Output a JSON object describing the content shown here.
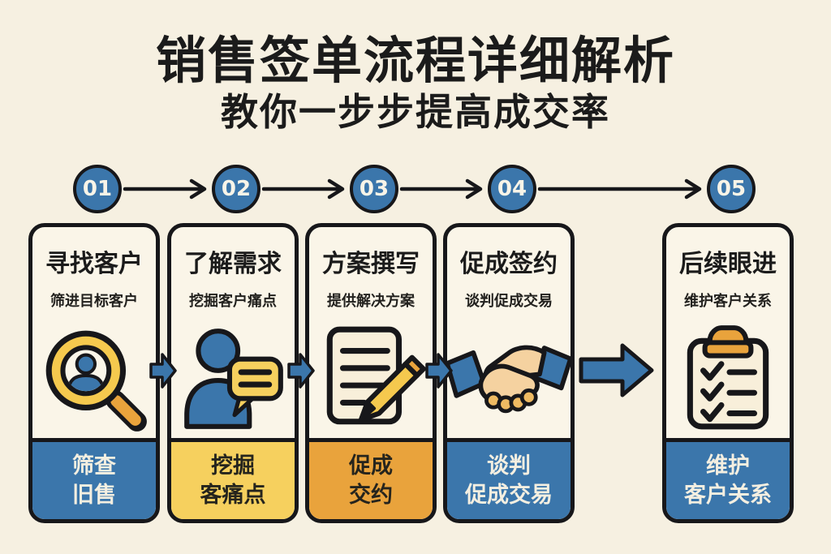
{
  "header": {
    "title": "销售签单流程详细解析",
    "subtitle": "教你一步步提高成交率"
  },
  "steps": [
    {
      "number": "01"
    },
    {
      "number": "02"
    },
    {
      "number": "03"
    },
    {
      "number": "04"
    },
    {
      "number": "05"
    }
  ],
  "cards": [
    {
      "title": "寻找客户",
      "subtitle": "筛进目标客户",
      "icon": "magnifier-person-icon",
      "footer_line1": "筛查",
      "footer_line2": "旧售"
    },
    {
      "title": "了解需求",
      "subtitle": "挖掘客户痛点",
      "icon": "person-chat-icon",
      "footer_line1": "挖掘",
      "footer_line2": "客痛点"
    },
    {
      "title": "方案撰写",
      "subtitle": "提供解决方案",
      "icon": "document-pencil-icon",
      "footer_line1": "促成",
      "footer_line2": "交约"
    },
    {
      "title": "促成签约",
      "subtitle": "谈判促成交易",
      "icon": "handshake-icon",
      "footer_line1": "谈判",
      "footer_line2": "促成交易"
    },
    {
      "title": "后续眼进",
      "subtitle": "维护客户关系",
      "icon": "clipboard-check-icon",
      "footer_line1": "维护",
      "footer_line2": "客户关系"
    }
  ],
  "colors": {
    "background": "#f6f0e1",
    "card_background": "#faf5e8",
    "accent_blue": "#3b76ab",
    "accent_yellow": "#f6d05e",
    "accent_orange": "#e9a33c",
    "outline_black": "#17171a"
  }
}
